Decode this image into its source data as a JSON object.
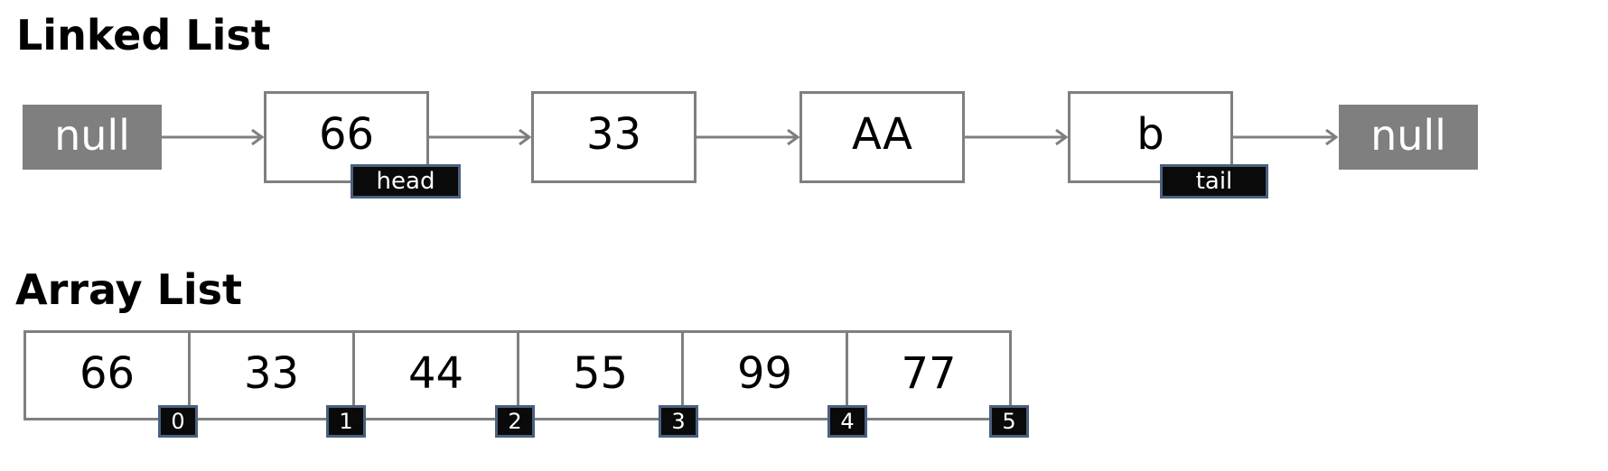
{
  "linked_list": {
    "title": "Linked List",
    "null_left": "null",
    "null_right": "null",
    "nodes": [
      "66",
      "33",
      "AA",
      "b"
    ],
    "head_label": "head",
    "tail_label": "tail"
  },
  "array_list": {
    "title": "Array List",
    "cells": [
      "66",
      "33",
      "44",
      "55",
      "99",
      "77"
    ],
    "indices": [
      "0",
      "1",
      "2",
      "3",
      "4",
      "5"
    ]
  },
  "colors": {
    "node_border": "#7f7f7f",
    "null_fill": "#7f7f7f",
    "tag_fill": "#0a0a0a",
    "tag_border": "#4a6080"
  }
}
